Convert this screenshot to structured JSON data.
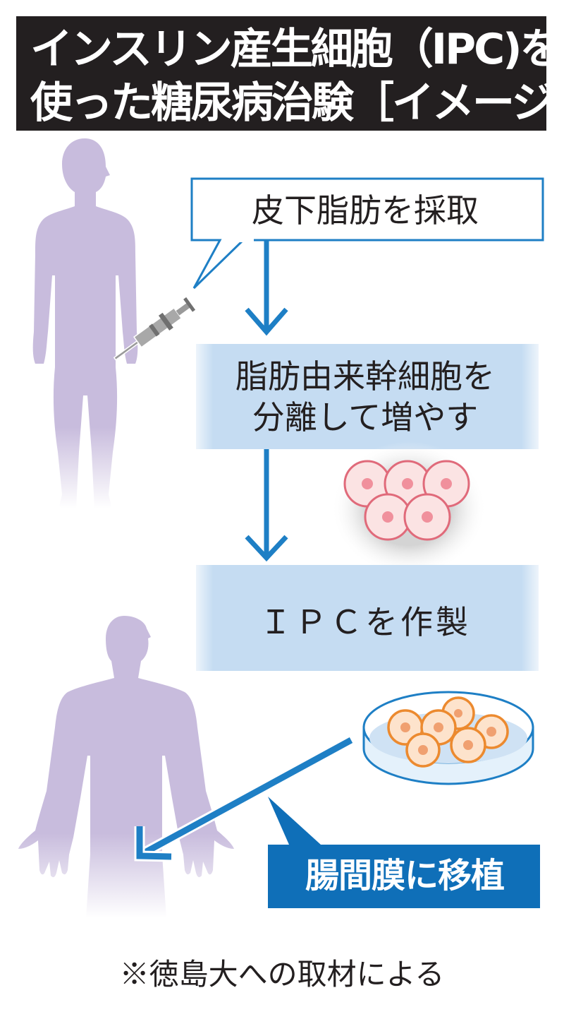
{
  "title": {
    "line1": "インスリン産生細胞（IPC)を",
    "line2": "使った糖尿病治験［イメージ]"
  },
  "steps": [
    {
      "id": "harvest",
      "label": "皮下脂肪を採取"
    },
    {
      "id": "isolate",
      "label_line1": "脂肪由来幹細胞を",
      "label_line2": "分離して増やす"
    },
    {
      "id": "produce",
      "label": "ＩＰＣを作製"
    },
    {
      "id": "transplant",
      "label": "腸間膜に移植"
    }
  ],
  "figures": {
    "upper": "human-figure-standing",
    "lower": "human-figure-upper-body",
    "syringe": "syringe",
    "stem_cells": "stem-cell-cluster",
    "petri_dish": "petri-dish-with-ipc"
  },
  "source_note": "※徳島大への取材による",
  "colors": {
    "title_bg": "#231f20",
    "accent_blue": "#1e7fc5",
    "dark_blue": "#0f6fb8",
    "step_bg": "#c5dcf2",
    "figure_purple": "#c8bcdd",
    "stem_cell_stroke": "#e06a7a",
    "stem_cell_fill": "#fbe3e3",
    "ipc_stroke": "#ec8a2f",
    "ipc_fill": "#fde3cc"
  }
}
